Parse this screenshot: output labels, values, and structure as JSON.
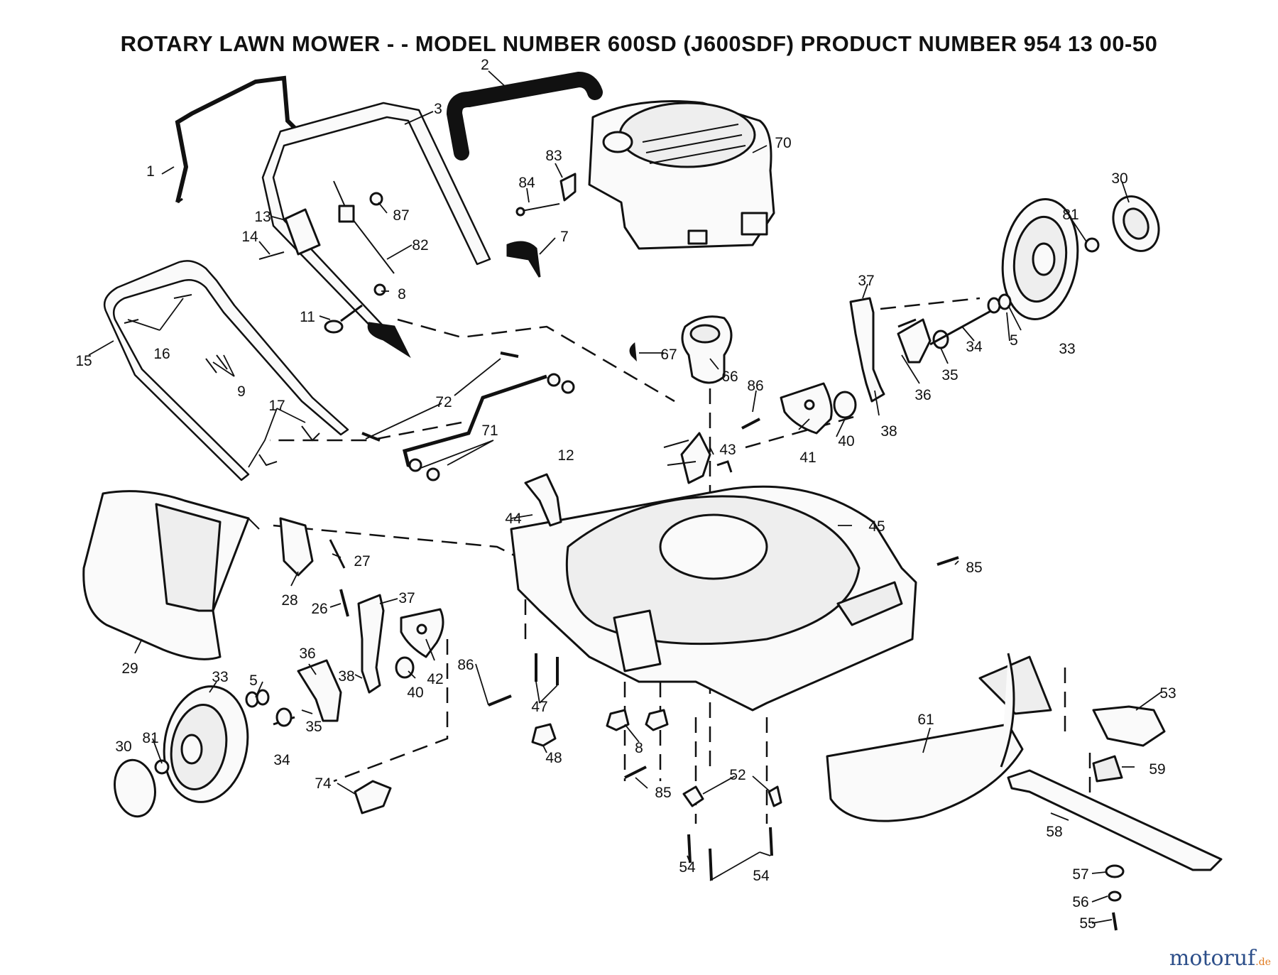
{
  "title": "ROTARY LAWN MOWER - - MODEL NUMBER 600SD (J600SDF)  PRODUCT NUMBER  954 13 00-50",
  "watermark": {
    "text": "motoruf",
    "suffix": ".de"
  },
  "callouts": [
    "1",
    "2",
    "3",
    "70",
    "83",
    "84",
    "30",
    "13",
    "87",
    "14",
    "82",
    "7",
    "81",
    "8",
    "11",
    "37",
    "16",
    "15",
    "9",
    "67",
    "66",
    "86",
    "34",
    "5",
    "33",
    "35",
    "72",
    "36",
    "71",
    "17",
    "12",
    "38",
    "40",
    "41",
    "43",
    "44",
    "45",
    "27",
    "85",
    "28",
    "37",
    "26",
    "36",
    "33",
    "38",
    "5",
    "42",
    "29",
    "86",
    "40",
    "35",
    "34",
    "47",
    "81",
    "30",
    "8",
    "53",
    "61",
    "48",
    "59",
    "52",
    "74",
    "85",
    "58",
    "54",
    "54",
    "57",
    "56",
    "55"
  ]
}
